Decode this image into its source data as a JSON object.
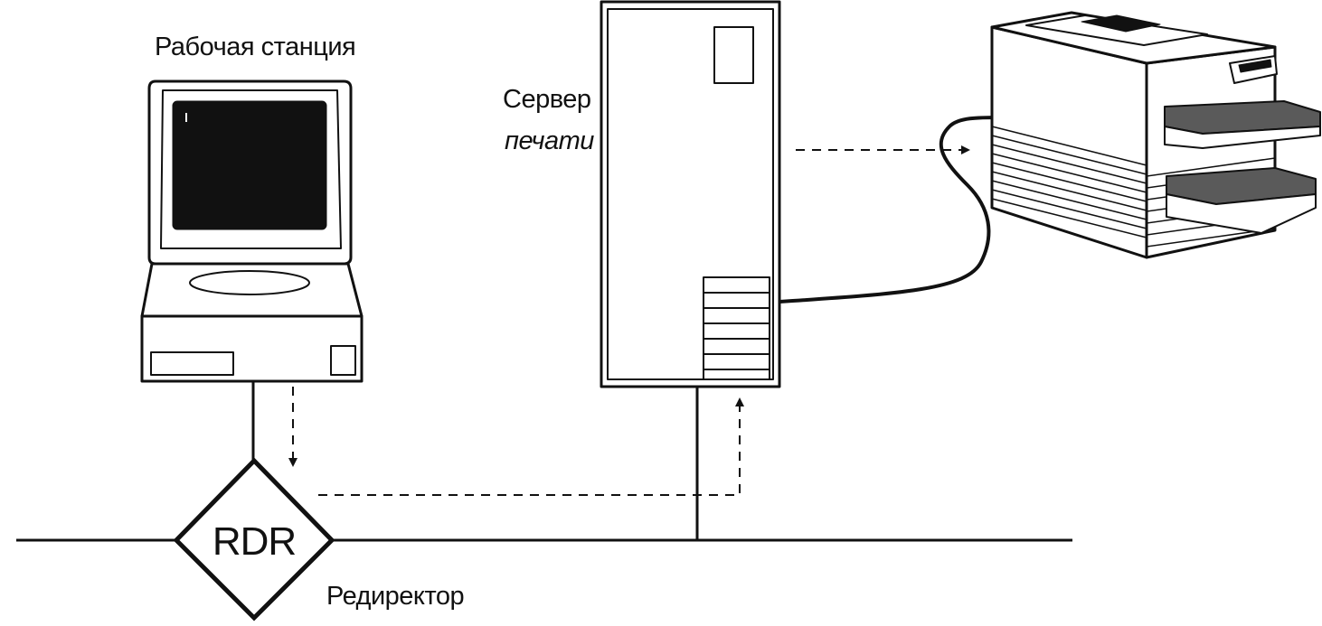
{
  "labels": {
    "workstation": "Рабочая станция",
    "server_line1": "Сервер",
    "server_line2": "печати",
    "rdr": "RDR",
    "redirector": "Редиректор"
  },
  "colors": {
    "ink": "#111111",
    "background": "#ffffff",
    "tray_fill": "#5a5a5a"
  }
}
